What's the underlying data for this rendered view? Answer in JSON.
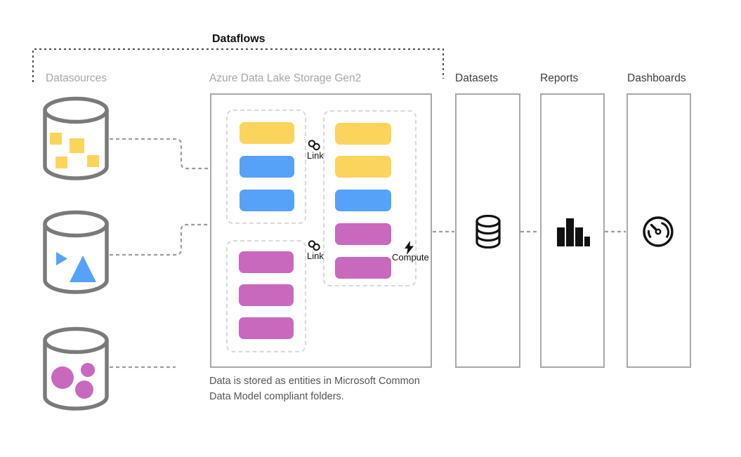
{
  "title": "Dataflows",
  "colors": {
    "yellow": "#FBD45C",
    "blue": "#55A2F8",
    "pink": "#C869BE",
    "outline_gray": "#A8A8A8",
    "cylinder_gray": "#7A7A7A",
    "connector_gray": "#9E9E9E",
    "bracket_gray": "#4A4A4A",
    "icon_black": "#111111"
  },
  "columns": {
    "datasources": {
      "label": "Datasources"
    },
    "adls": {
      "label": "Azure Data Lake Storage Gen2",
      "caption": "Data is stored as entities in Microsoft Common Data Model compliant folders."
    },
    "datasets": {
      "label": "Datasets"
    },
    "reports": {
      "label": "Reports"
    },
    "dashboards": {
      "label": "Dashboards"
    }
  },
  "datasources": [
    {
      "name": "datasource-yellow",
      "shapes": "squares",
      "color": "yellow"
    },
    {
      "name": "datasource-blue",
      "shapes": "triangles",
      "color": "blue"
    },
    {
      "name": "datasource-pink",
      "shapes": "circles",
      "color": "pink"
    }
  ],
  "adls_entities": {
    "ingest_group_top": [
      "yellow",
      "blue",
      "blue"
    ],
    "ingest_group_bottom": [
      "pink",
      "pink",
      "pink"
    ],
    "cdm_folder_group": [
      "yellow",
      "yellow",
      "blue",
      "pink",
      "pink"
    ]
  },
  "annotations": {
    "link_top": "Link",
    "link_bottom": "Link",
    "compute": "Compute"
  },
  "icons": {
    "datasets": "database-icon",
    "reports": "bar-chart-icon",
    "dashboards": "gauge-icon",
    "link": "chain-link-icon",
    "compute": "lightning-bolt-icon"
  }
}
